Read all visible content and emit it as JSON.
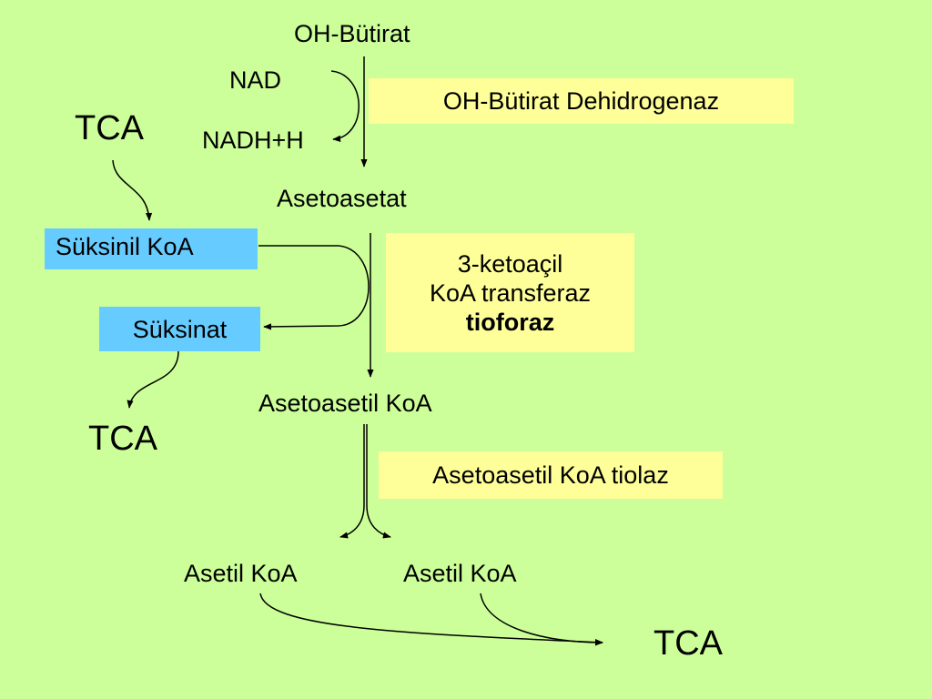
{
  "metabolites": {
    "oh_butirat": "OH-Bütirat",
    "nad": "NAD",
    "nadh": "NADH+H",
    "asetoasetat": "Asetoasetat",
    "suksinil_koa": "Süksinil KoA",
    "suksinat": "Süksinat",
    "asetoasetil_koa": "Asetoasetil KoA",
    "asetil_koa_1": "Asetil KoA",
    "asetil_koa_2": "Asetil KoA"
  },
  "tca": {
    "top_left": "TCA",
    "middle_left": "TCA",
    "bottom_right": "TCA"
  },
  "enzymes": {
    "dehidrogenaz": "OH-Bütirat Dehidrogenaz",
    "transferaz_line1": "3-ketoaçil",
    "transferaz_line2": "KoA transferaz",
    "transferaz_line3": "tioforaz",
    "tiolaz": "Asetoasetil KoA tiolaz"
  },
  "colors": {
    "background": "#ccff99",
    "enzyme_box": "#ffff99",
    "substrate_box": "#66ccff"
  }
}
